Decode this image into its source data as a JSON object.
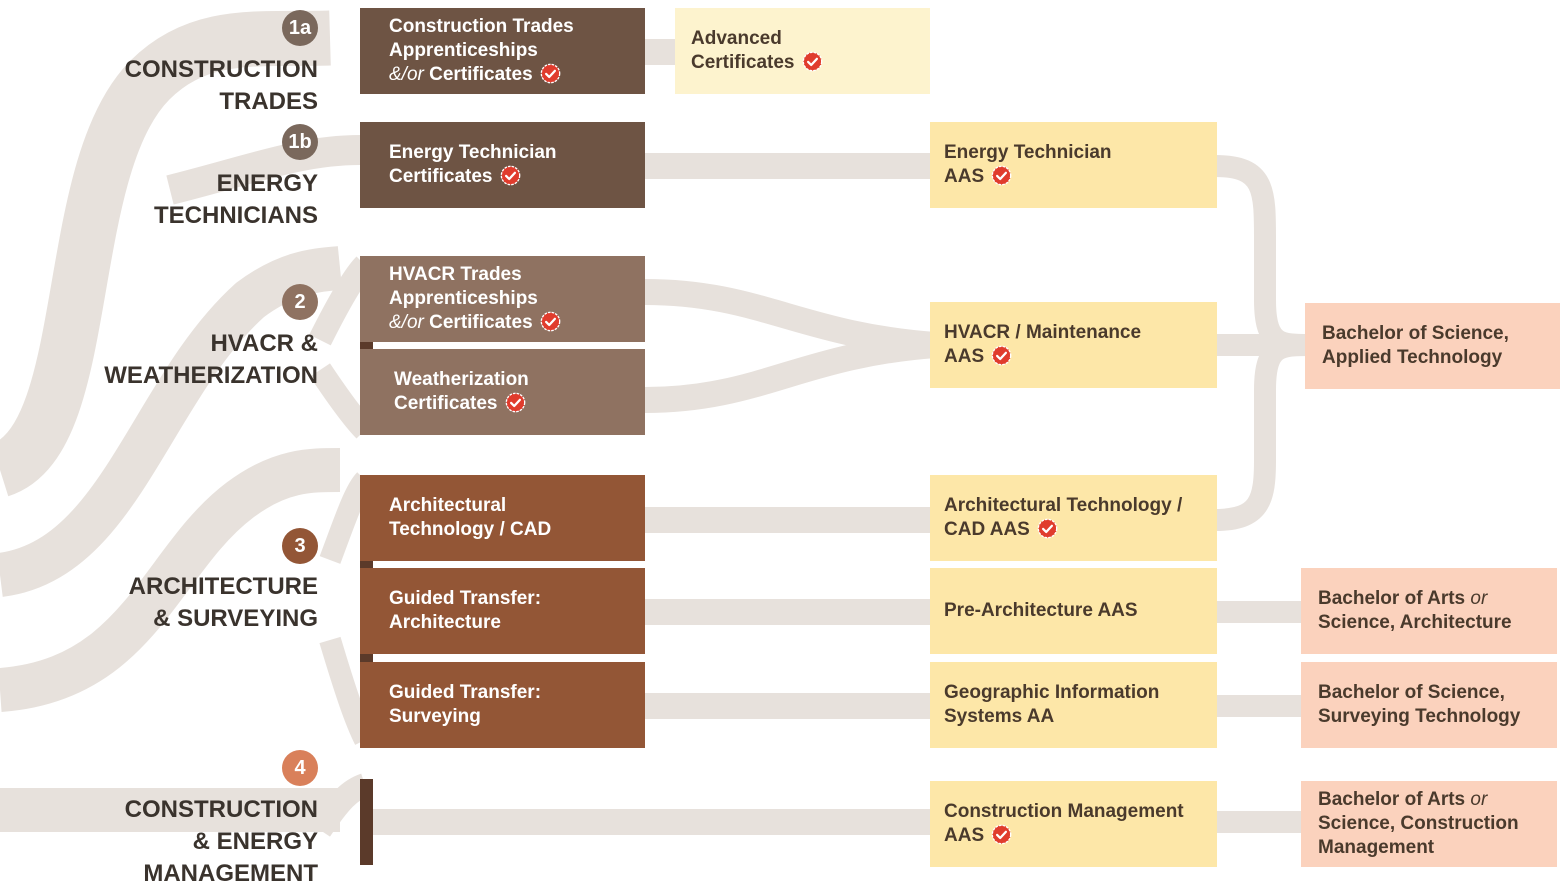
{
  "colors": {
    "dark_brown": "#6e5444",
    "mid_brown": "#8f7261",
    "rust": "#935636",
    "bar": "#5b3a2a",
    "light_cream": "#fdf3ce",
    "cream": "#fde7a8",
    "peach": "#fbd2bd",
    "connector": "#e7e1dc",
    "badge_grey": "#7a685c",
    "badge_orange": "#d9805a",
    "check_red": "#e03c2d"
  },
  "groups": [
    {
      "id": "1a",
      "badge": "1a",
      "line1": "CONSTRUCTION",
      "line2": "TRADES",
      "line3": ""
    },
    {
      "id": "1b",
      "badge": "1b",
      "line1": "ENERGY",
      "line2": "TECHNICIANS",
      "line3": ""
    },
    {
      "id": "2",
      "badge": "2",
      "line1": "HVACR &",
      "line2": "WEATHERIZATION",
      "line3": ""
    },
    {
      "id": "3",
      "badge": "3",
      "line1": "ARCHITECTURE",
      "line2": "& SURVEYING",
      "line3": ""
    },
    {
      "id": "4",
      "badge": "4",
      "line1": "CONSTRUCTION",
      "line2": "& ENERGY",
      "line3": "MANAGEMENT"
    }
  ],
  "entry": {
    "construction_trades": {
      "l1": "Construction Trades",
      "l2": "Apprenticeships",
      "l3_italic": "&/or",
      "l3": "Certificates",
      "check": true
    },
    "energy_tech_cert": {
      "l1": "Energy Technician",
      "l2": "Certificates",
      "check": true
    },
    "hvacr_trades": {
      "l1": "HVACR Trades",
      "l2": "Apprenticeships",
      "l3_italic": "&/or",
      "l3": "Certificates",
      "check": true
    },
    "weatherization": {
      "l1": "Weatherization",
      "l2": "Certificates",
      "check": true
    },
    "arch_tech_cad": {
      "l1": "Architectural",
      "l2": "Technology / CAD"
    },
    "gt_architecture": {
      "l1": "Guided Transfer:",
      "l2": "Architecture"
    },
    "gt_surveying": {
      "l1": "Guided Transfer:",
      "l2": "Surveying"
    }
  },
  "associate": {
    "advanced_certs": {
      "l1": "Advanced",
      "l2": "Certificates",
      "check": true
    },
    "energy_tech_aas": {
      "l1": "Energy Technician",
      "l2": "AAS",
      "check": true
    },
    "hvacr_aas": {
      "l1": "HVACR / Maintenance",
      "l2": "AAS",
      "check": true
    },
    "arch_cad_aas": {
      "l1": "Architectural Technology /",
      "l2": "CAD AAS",
      "check": true
    },
    "pre_arch_aas": {
      "l1": "Pre-Architecture AAS"
    },
    "gis_aa": {
      "l1": "Geographic Information",
      "l2": "Systems AA"
    },
    "const_mgmt_aas": {
      "l1": "Construction Management",
      "l2": "AAS",
      "check": true
    }
  },
  "bachelor": {
    "bs_applied_tech": {
      "l1": "Bachelor of Science,",
      "l2": "Applied Technology"
    },
    "ba_bs_architecture": {
      "l1": "Bachelor of Arts",
      "l1_italic": "or",
      "l2": "Science, Architecture"
    },
    "bs_surveying": {
      "l1": "Bachelor of Science,",
      "l2": "Surveying Technology"
    },
    "ba_bs_const_mgmt": {
      "l1": "Bachelor of Arts",
      "l1_italic": "or",
      "l2": "Science, Construction",
      "l3": "Management"
    }
  },
  "icons": {
    "credential_check": "check-badge-icon"
  }
}
